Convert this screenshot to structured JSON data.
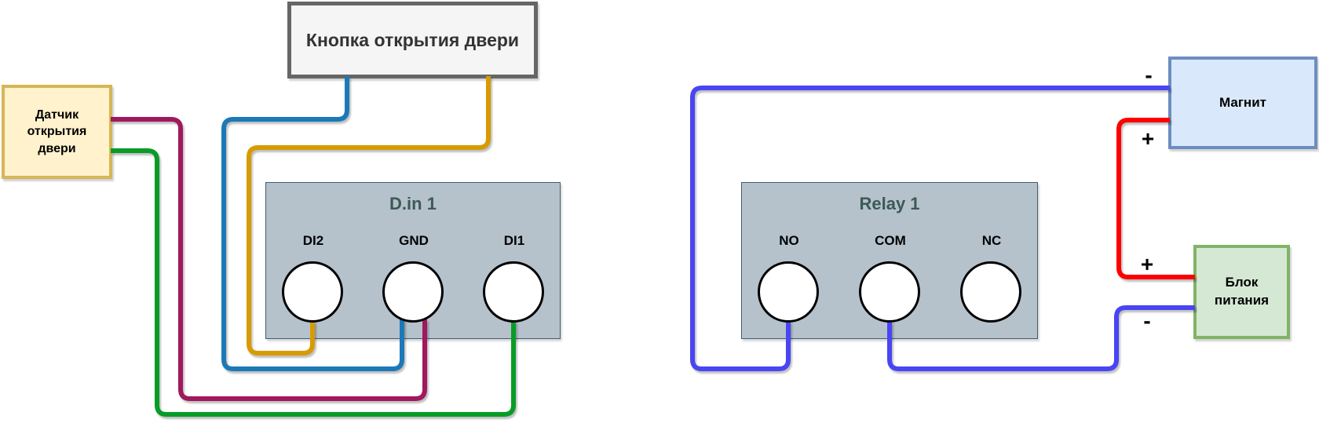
{
  "diagram": {
    "background": "#ffffff",
    "boxes": {
      "button": {
        "label": "Кнопка открытия двери",
        "fill": "#F5F5F5",
        "border": "#666666"
      },
      "sensor": {
        "label": "Датчик открытия двери",
        "fill": "#FFF2CC",
        "border": "#D6B656"
      },
      "din": {
        "title": "D.in 1",
        "title_color": "#3C5A55",
        "fill": "#B5C2CC",
        "border": "#3F5D75",
        "terminals": [
          "DI2",
          "GND",
          "DI1"
        ]
      },
      "relay": {
        "title": "Relay 1",
        "title_color": "#3C5A55",
        "fill": "#B5C2CC",
        "border": "#3F5D75",
        "terminals": [
          "NO",
          "COM",
          "NC"
        ]
      },
      "magnet": {
        "label": "Магнит",
        "fill": "#DAE8FC",
        "border": "#6C8EBF"
      },
      "power": {
        "label": "Блок питания",
        "fill": "#D5E8D4",
        "border": "#82B366"
      }
    },
    "polarity_labels": [
      {
        "name": "magnet-minus",
        "text": "-"
      },
      {
        "name": "magnet-plus",
        "text": "+"
      },
      {
        "name": "power-plus",
        "text": "+"
      },
      {
        "name": "power-minus",
        "text": "-"
      }
    ],
    "wires": [
      {
        "name": "button-to-gnd",
        "color": "#1C79B8",
        "from": "Кнопка открытия двери",
        "to": "D.in 1 GND"
      },
      {
        "name": "button-to-di2",
        "color": "#D79B00",
        "from": "Кнопка открытия двери",
        "to": "D.in 1 DI2"
      },
      {
        "name": "sensor-to-gnd",
        "color": "#A0195D",
        "from": "Датчик открытия двери",
        "to": "D.in 1 GND"
      },
      {
        "name": "sensor-to-di1",
        "color": "#089C27",
        "from": "Датчик открытия двери",
        "to": "D.in 1 DI1"
      },
      {
        "name": "magnet-minus-to-no",
        "color": "#4845F5",
        "from": "Магнит -",
        "to": "Relay 1 NO"
      },
      {
        "name": "com-to-power-minus",
        "color": "#4845F5",
        "from": "Relay 1 COM",
        "to": "Блок питания -"
      },
      {
        "name": "magnet-plus-to-power-plus",
        "color": "#FF0000",
        "from": "Магнит +",
        "to": "Блок питания +"
      }
    ]
  }
}
